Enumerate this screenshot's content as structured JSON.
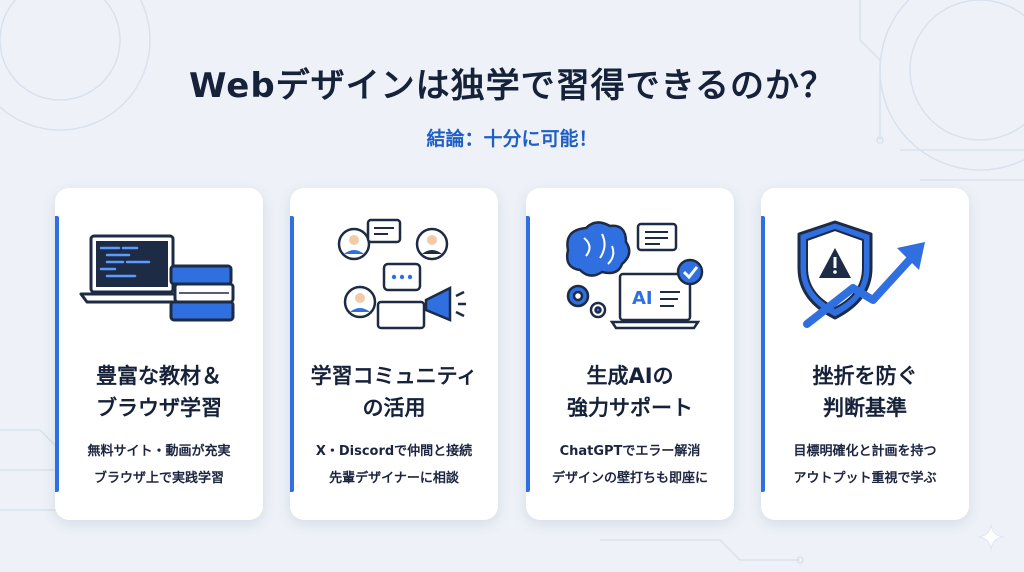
{
  "title": "Webデザインは独学で習得できるのか？",
  "subtitle": "結論：十分に可能！",
  "colors": {
    "accent": "#2f6fe0",
    "dark": "#16213a",
    "background": "#eef2f8"
  },
  "cards": [
    {
      "heading_line1": "豊富な教材＆",
      "heading_line2": "ブラウザ学習",
      "desc_line1": "無料サイト・動画が充実",
      "desc_line2": "ブラウザ上で実践学習",
      "icons": [
        "laptop-code-icon",
        "books-icon"
      ]
    },
    {
      "heading_line1": "学習コミュニティ",
      "heading_line2": "の活用",
      "desc_line1": "X・Discordで仲間と接続",
      "desc_line2": "先輩デザイナーに相談",
      "icons": [
        "community-people-icon",
        "megaphone-icon"
      ]
    },
    {
      "heading_line1": "生成AIの",
      "heading_line2": "強力サポート",
      "desc_line1": "ChatGPTでエラー解消",
      "desc_line2": "デザインの壁打ちも即座に",
      "icons": [
        "brain-icon",
        "gears-icon",
        "ai-laptop-icon"
      ],
      "ai_label": "AI"
    },
    {
      "heading_line1": "挫折を防ぐ",
      "heading_line2": "判断基準",
      "desc_line1": "目標明確化と計画を持つ",
      "desc_line2": "アウトプット重視で学ぶ",
      "icons": [
        "warning-shield-icon",
        "growth-arrow-icon"
      ]
    }
  ]
}
